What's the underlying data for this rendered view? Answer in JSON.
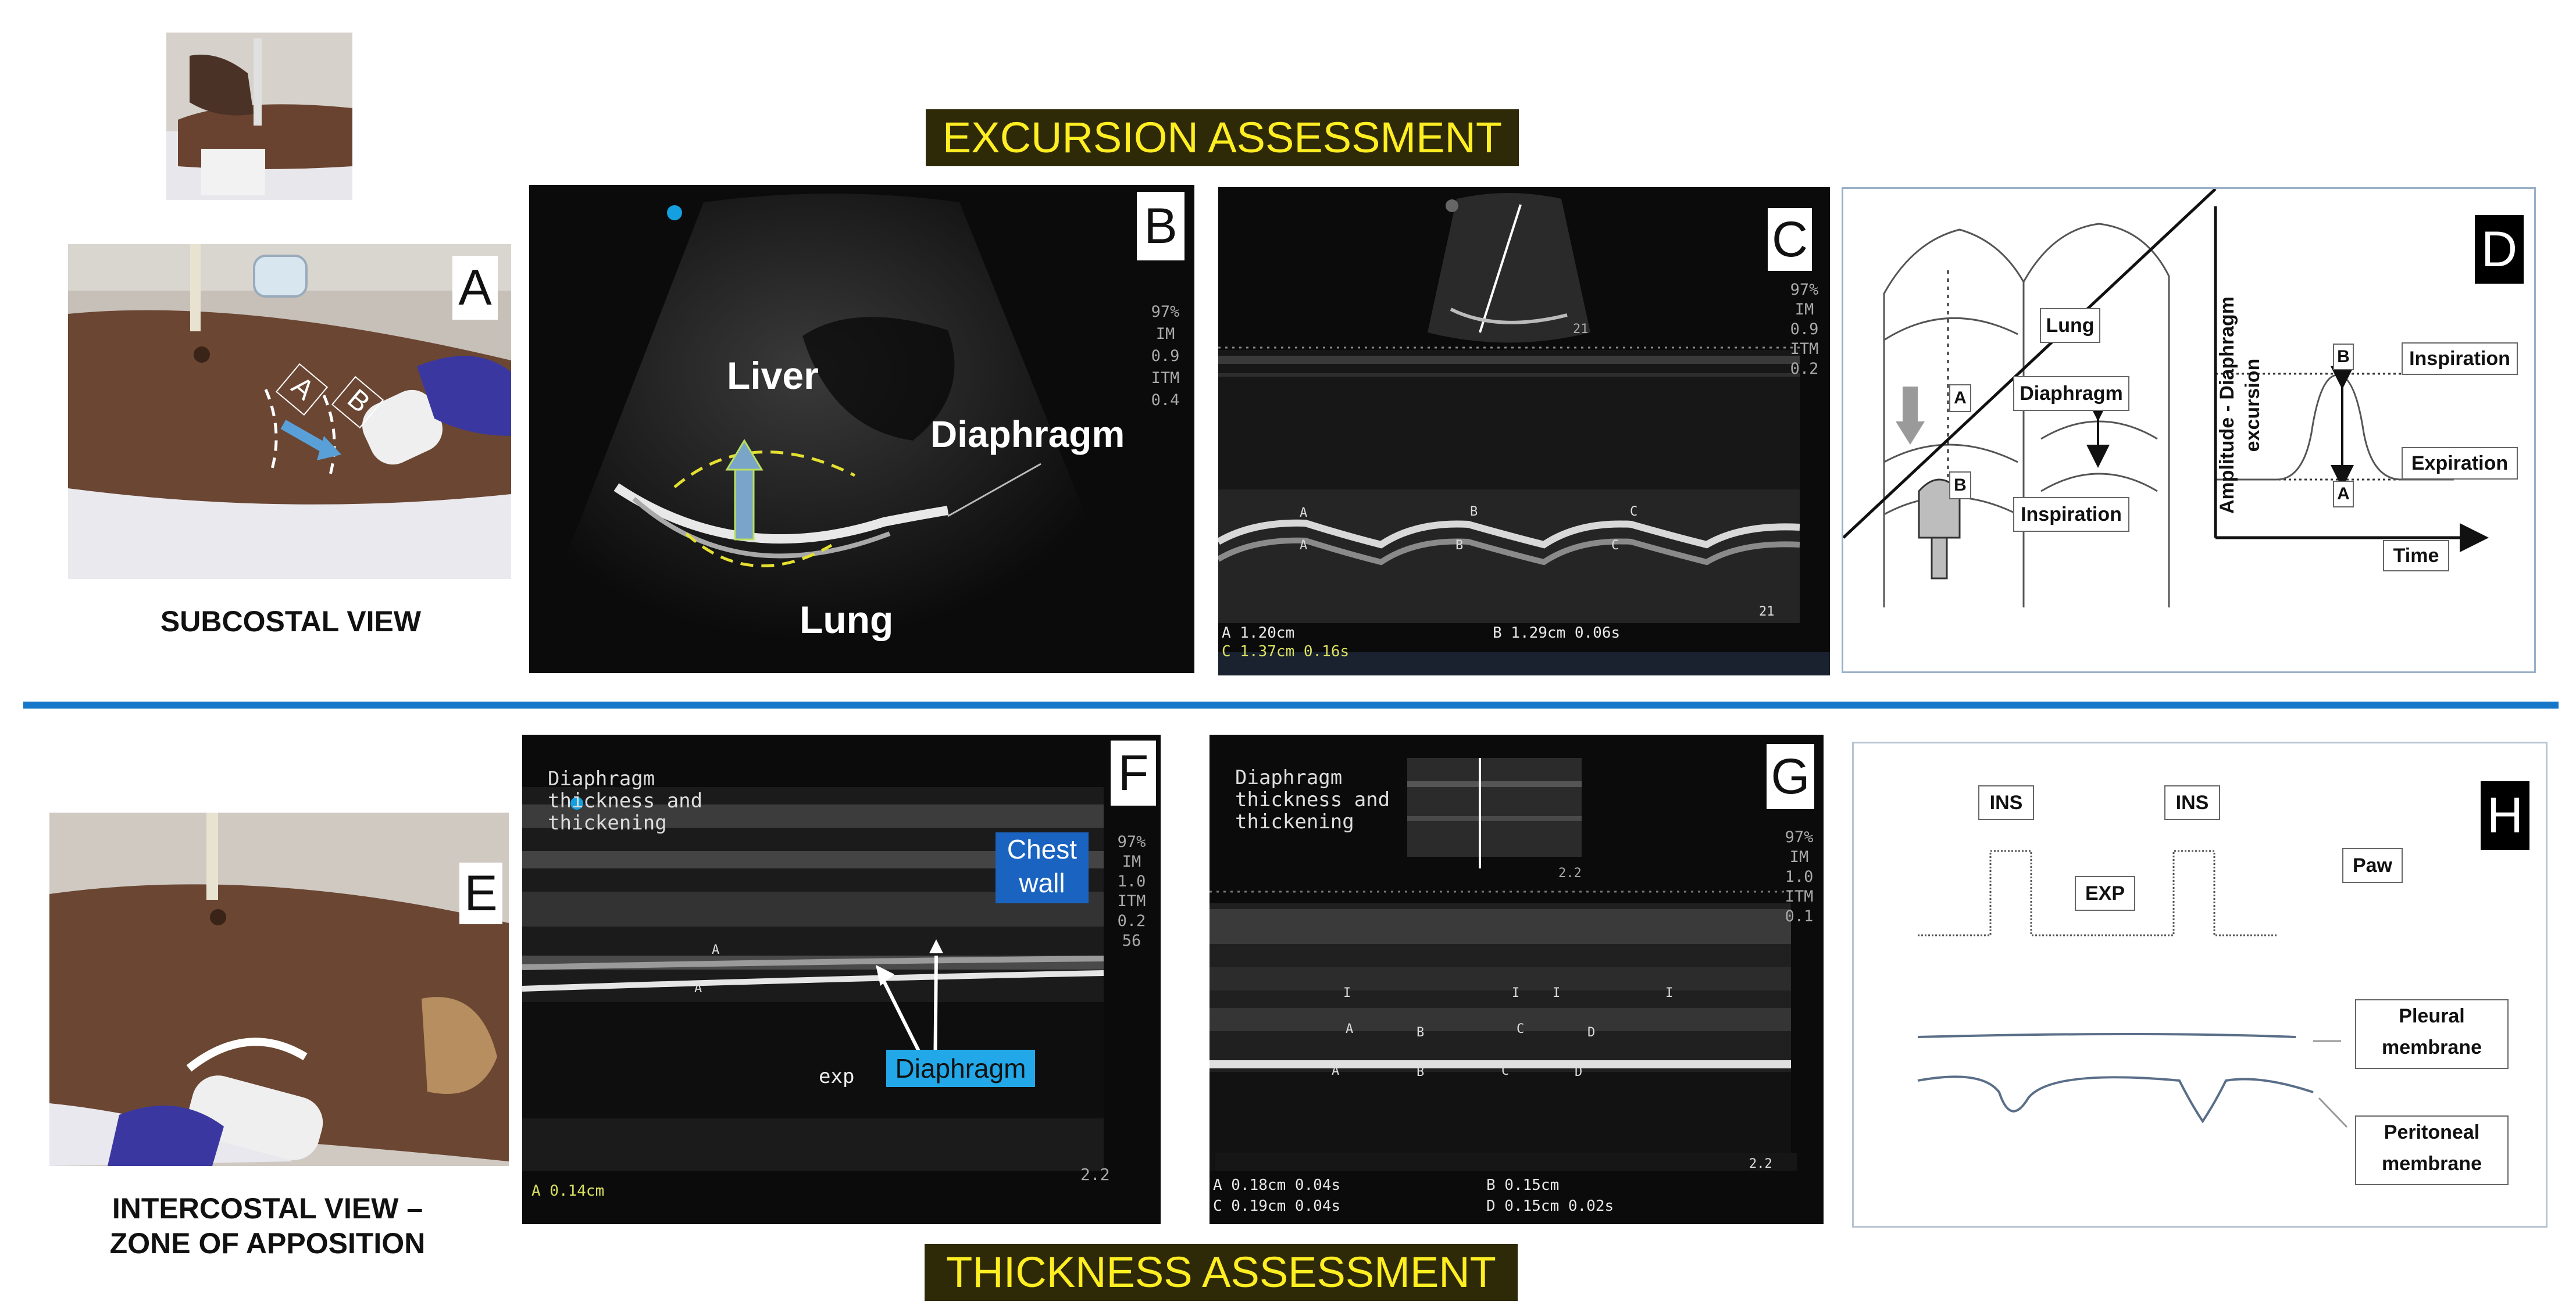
{
  "banners": {
    "excursion": "EXCURSION ASSESSMENT",
    "thickness": "THICKNESS ASSESSMENT"
  },
  "captions": {
    "subcostal": "SUBCOSTAL VIEW",
    "intercostal_1": "INTERCOSTAL VIEW –",
    "intercostal_2": "ZONE OF APPOSITION"
  },
  "panel_letters": {
    "a": "A",
    "b": "B",
    "c": "C",
    "d": "D",
    "e": "E",
    "f": "F",
    "g": "G",
    "h": "H"
  },
  "photo_a": {
    "mark_a": "A",
    "mark_b": "B"
  },
  "panel_b": {
    "liver": "Liver",
    "diaphragm": "Diaphragm",
    "lung": "Lung",
    "side": [
      "97%",
      "IM",
      "0.9",
      "ITM",
      "0.4"
    ]
  },
  "panel_c": {
    "side": [
      "97%",
      "IM",
      "0.9",
      "ITM",
      "0.2"
    ],
    "depth": "21",
    "depth2": "21",
    "marks": [
      "A",
      "B",
      "C",
      "A",
      "B",
      "C"
    ],
    "meas_a": "A  1.20cm",
    "meas_b": "B  1.29cm 0.06s",
    "meas_c": "C  1.37cm 0.16s"
  },
  "panel_d": {
    "lung": "Lung",
    "diaphragm": "Diaphragm",
    "inspiration_left": "Inspiration",
    "mark_a": "A",
    "mark_b": "B",
    "ylabel": "Amplitude - Diaphragm excursion",
    "inspiration": "Inspiration",
    "expiration": "Expiration",
    "time": "Time",
    "peak_b": "B",
    "base_a": "A"
  },
  "panel_f": {
    "title_1": "Diaphragm",
    "title_2": "thickness and",
    "title_3": "thickening",
    "chest_1": "Chest",
    "chest_2": "wall",
    "diaphragm": "Diaphragm",
    "exp": "exp",
    "meas": "A  0.14cm",
    "depth": "2.2",
    "marks": [
      "A",
      "A"
    ],
    "side": [
      "97%",
      "IM",
      "1.0",
      "ITM",
      "0.2",
      "56"
    ]
  },
  "panel_g": {
    "title_1": "Diaphragm",
    "title_2": "thickness and",
    "title_3": "thickening",
    "side": [
      "97%",
      "IM",
      "1.0",
      "ITM",
      "0.1"
    ],
    "depth": "2.2",
    "depth2": "2.2",
    "meas_a": "A  0.18cm 0.04s",
    "meas_b": "B  0.15cm",
    "meas_c": "C  0.19cm 0.04s",
    "meas_d": "D  0.15cm 0.02s",
    "marks_i": [
      "I",
      "I",
      "I",
      "I"
    ],
    "marks_top": [
      "A",
      "B",
      "C",
      "D"
    ],
    "marks_bot": [
      "A",
      "B",
      "C",
      "D"
    ]
  },
  "panel_h": {
    "ins_1": "INS",
    "ins_2": "INS",
    "exp": "EXP",
    "paw": "Paw",
    "pleural_1": "Pleural",
    "pleural_2": "membrane",
    "peritoneal_1": "Peritoneal",
    "peritoneal_2": "membrane"
  }
}
